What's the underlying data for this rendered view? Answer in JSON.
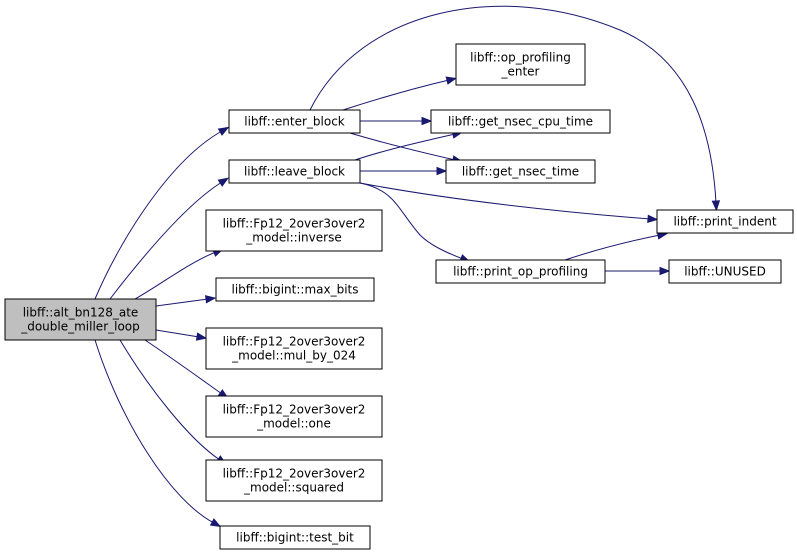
{
  "diagram": {
    "colors": {
      "edge": "#191970",
      "root_fill": "#bfbfbf",
      "node_fill": "#ffffff",
      "node_border": "#000000"
    },
    "nodes": [
      {
        "id": "root",
        "lines": [
          "libff::alt_bn128_ate",
          "_double_miller_loop"
        ]
      },
      {
        "id": "enter",
        "lines": [
          "libff::enter_block"
        ]
      },
      {
        "id": "leave",
        "lines": [
          "libff::leave_block"
        ]
      },
      {
        "id": "inverse",
        "lines": [
          "libff::Fp12_2over3over2",
          "_model::inverse"
        ]
      },
      {
        "id": "maxbits",
        "lines": [
          "libff::bigint::max_bits"
        ]
      },
      {
        "id": "mul024",
        "lines": [
          "libff::Fp12_2over3over2",
          "_model::mul_by_024"
        ]
      },
      {
        "id": "one",
        "lines": [
          "libff::Fp12_2over3over2",
          "_model::one"
        ]
      },
      {
        "id": "squared",
        "lines": [
          "libff::Fp12_2over3over2",
          "_model::squared"
        ]
      },
      {
        "id": "testbit",
        "lines": [
          "libff::bigint::test_bit"
        ]
      },
      {
        "id": "opprof",
        "lines": [
          "libff::op_profiling",
          "_enter"
        ]
      },
      {
        "id": "cputime",
        "lines": [
          "libff::get_nsec_cpu_time"
        ]
      },
      {
        "id": "nsectime",
        "lines": [
          "libff::get_nsec_time"
        ]
      },
      {
        "id": "printopprof",
        "lines": [
          "libff::print_op_profiling"
        ]
      },
      {
        "id": "indent",
        "lines": [
          "libff::print_indent"
        ]
      },
      {
        "id": "unused",
        "lines": [
          "libff::UNUSED"
        ]
      }
    ],
    "edges": [
      [
        "root",
        "enter"
      ],
      [
        "root",
        "leave"
      ],
      [
        "root",
        "inverse"
      ],
      [
        "root",
        "maxbits"
      ],
      [
        "root",
        "mul024"
      ],
      [
        "root",
        "one"
      ],
      [
        "root",
        "squared"
      ],
      [
        "root",
        "testbit"
      ],
      [
        "enter",
        "opprof"
      ],
      [
        "enter",
        "cputime"
      ],
      [
        "enter",
        "nsectime"
      ],
      [
        "enter",
        "indent"
      ],
      [
        "leave",
        "cputime"
      ],
      [
        "leave",
        "nsectime"
      ],
      [
        "leave",
        "indent"
      ],
      [
        "leave",
        "printopprof"
      ],
      [
        "printopprof",
        "indent"
      ],
      [
        "printopprof",
        "unused"
      ]
    ]
  }
}
